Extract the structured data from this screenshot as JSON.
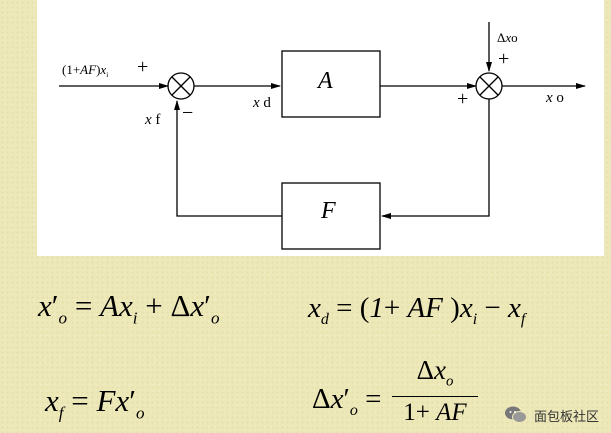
{
  "diagram": {
    "input_label": "(1+AF)xi",
    "input_sign": "+",
    "feedback_sign": "−",
    "xd_label": "x d",
    "xf_label": "x f",
    "block_a": "A",
    "block_f": "F",
    "disturbance_label": "Δxo",
    "disturbance_sign": "+",
    "forward_sign": "+",
    "output_label": "x o"
  },
  "equations": {
    "eq1": "x′o = Axi + Δx′o",
    "eq2": "xd = (1+ AF )xi − xf",
    "eq3": "xf = Fx′o",
    "eq4": "Δx′o = Δxo / (1+ AF)"
  },
  "watermark": {
    "text": "面包板社区",
    "icon": "wechat-icon"
  }
}
